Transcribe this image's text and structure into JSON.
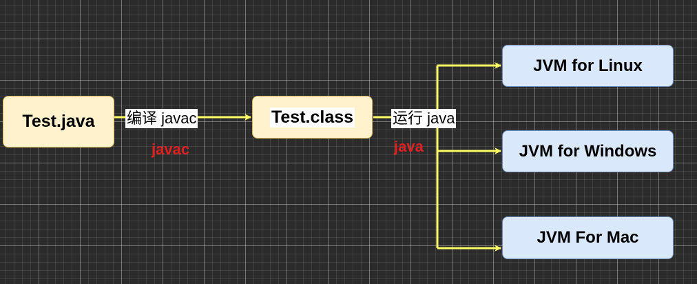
{
  "diagram": {
    "nodes": {
      "source": "Test.java",
      "bytecode": "Test.class",
      "jvm_linux": "JVM for Linux",
      "jvm_windows": "JVM for Windows",
      "jvm_mac": "JVM For Mac"
    },
    "edges": {
      "compile_label": "编译 javac",
      "run_label": "运行 java"
    },
    "annotations": {
      "compile_cmd": "javac",
      "run_cmd": "java"
    },
    "colors": {
      "background": "#2b2b2b",
      "arrow": "#ffff66",
      "source_fill": "#fff2cc",
      "jvm_fill": "#dae8fc",
      "annotation_text": "#e02020"
    }
  }
}
